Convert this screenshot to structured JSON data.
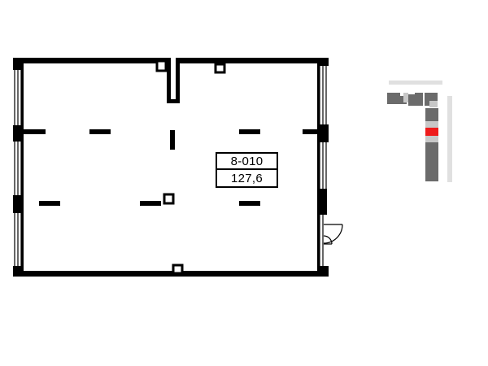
{
  "unit": {
    "number": "8-010",
    "area": "127,6"
  },
  "colors": {
    "wall": "#000000",
    "highlight": "#ee1c1c",
    "minimap_building": "#6b6b6b",
    "minimap_light": "#c8c8c8",
    "minimap_street": "#e0e0e0"
  },
  "minimap": {
    "highlighted_unit": "8-010"
  }
}
